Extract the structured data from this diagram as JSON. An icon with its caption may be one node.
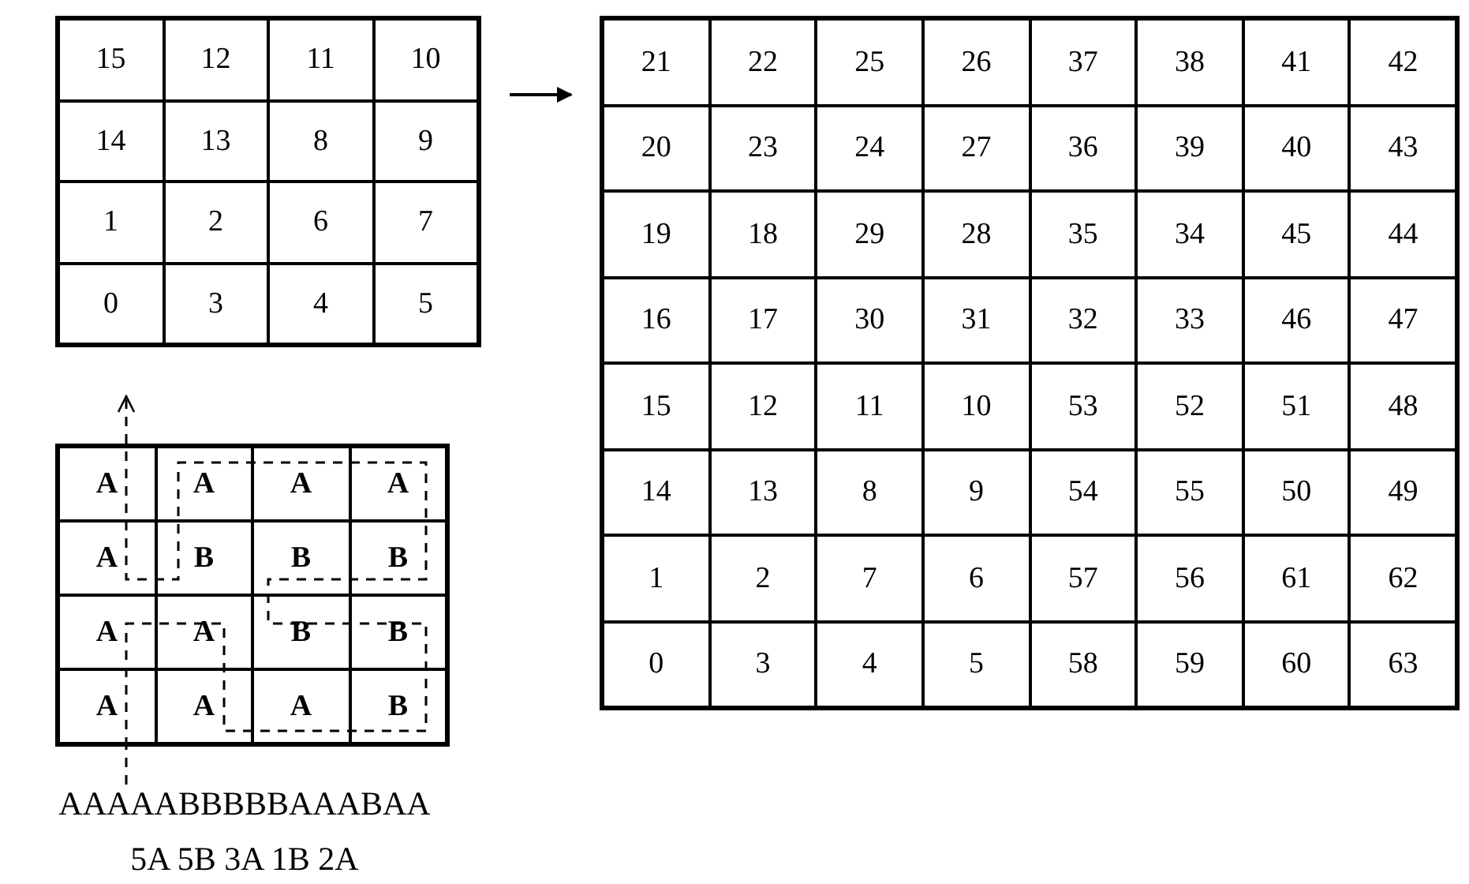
{
  "diagram": {
    "nodes": [
      {
        "text": [
          "15",
          "12",
          "11",
          "10",
          "14",
          "13",
          "8",
          "9",
          "1",
          "2",
          "6",
          "7",
          "0",
          "3",
          "4",
          "5"
        ]
      },
      {
        "text": [
          "21",
          "22",
          "25",
          "26",
          "37",
          "38",
          "41",
          "42",
          "20",
          "23",
          "24",
          "27",
          "36",
          "39",
          "40",
          "43",
          "19",
          "18",
          "29",
          "28",
          "35",
          "34",
          "45",
          "44",
          "16",
          "17",
          "30",
          "31",
          "32",
          "33",
          "46",
          "47",
          "15",
          "12",
          "11",
          "10",
          "53",
          "52",
          "51",
          "48",
          "14",
          "13",
          "8",
          "9",
          "54",
          "55",
          "50",
          "49",
          "1",
          "2",
          "7",
          "6",
          "57",
          "56",
          "61",
          "62",
          "0",
          "3",
          "4",
          "5",
          "58",
          "59",
          "60",
          "63"
        ]
      },
      {
        "text": [
          "A",
          "A",
          "A",
          "A",
          "A",
          "B",
          "B",
          "B",
          "A",
          "A",
          "B",
          "B",
          "A",
          "A",
          "A",
          "B"
        ]
      },
      {
        "text": [
          "AAAAABBBBBAAABAA"
        ]
      }
    ],
    "edges": [
      {
        "from": 0,
        "to": 1,
        "arrow": "to"
      },
      {
        "from": 2,
        "to": 0,
        "arrow": "to",
        "style": "dashed"
      },
      {
        "from": 3,
        "to": 2,
        "arrow": "none",
        "style": "dashed"
      }
    ],
    "labels": [
      "5A 5B 3A 1B 2A"
    ]
  }
}
